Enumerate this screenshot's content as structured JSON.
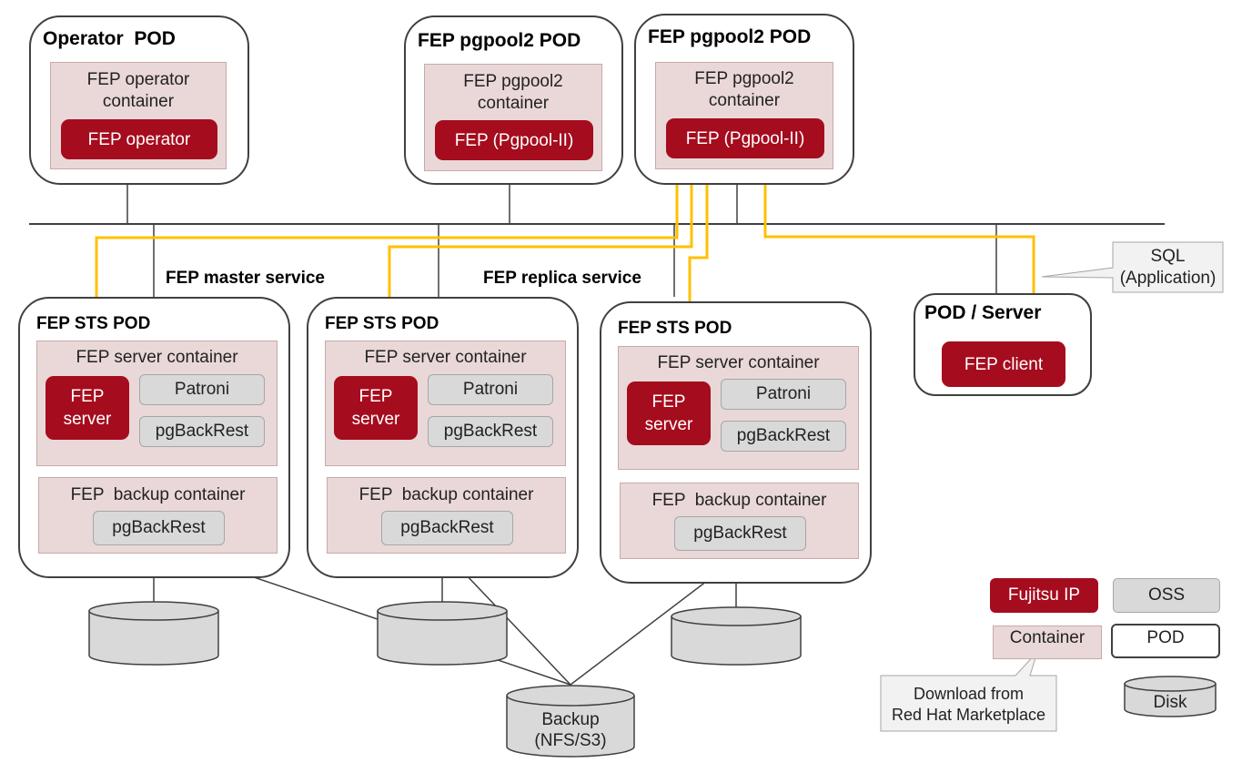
{
  "operator_pod": {
    "title": "Operator  POD",
    "container_title": "FEP operator\ncontainer",
    "component": "FEP operator"
  },
  "pgpool_pods": [
    {
      "title": "FEP pgpool2 POD",
      "container_title": "FEP pgpool2\ncontainer",
      "component": "FEP (Pgpool-II)"
    },
    {
      "title": "FEP pgpool2 POD",
      "container_title": "FEP pgpool2\ncontainer",
      "component": "FEP (Pgpool-II)"
    }
  ],
  "services": {
    "master": "FEP master service",
    "replica": "FEP replica service"
  },
  "sts_pods": [
    {
      "title": "FEP STS POD",
      "server_container": "FEP server container",
      "server": "FEP\nserver",
      "patroni": "Patroni",
      "pgbackrest": "pgBackRest",
      "backup_container": "FEP  backup container",
      "backup_pgbackrest": "pgBackRest"
    },
    {
      "title": "FEP STS POD",
      "server_container": "FEP server container",
      "server": "FEP\nserver",
      "patroni": "Patroni",
      "pgbackrest": "pgBackRest",
      "backup_container": "FEP  backup container",
      "backup_pgbackrest": "pgBackRest"
    },
    {
      "title": "FEP STS POD",
      "server_container": "FEP server container",
      "server": "FEP\nserver",
      "patroni": "Patroni",
      "pgbackrest": "pgBackRest",
      "backup_container": "FEP  backup container",
      "backup_pgbackrest": "pgBackRest"
    }
  ],
  "client_pod": {
    "title": "POD / Server",
    "component": "FEP client",
    "callout": "SQL\n(Application)"
  },
  "backup_disk": "Backup\n(NFS/S3)",
  "legend": {
    "fujitsu_ip": "Fujitsu IP",
    "oss": "OSS",
    "container": "Container",
    "pod": "POD",
    "disk": "Disk",
    "download_callout": "Download from\nRed Hat Marketplace"
  },
  "colors": {
    "fujitsu_red": "#a50c1e",
    "container_pink": "#ead8d8",
    "oss_gray": "#d9d9d9",
    "flow_yellow": "#ffc000",
    "pod_border": "#404040"
  }
}
